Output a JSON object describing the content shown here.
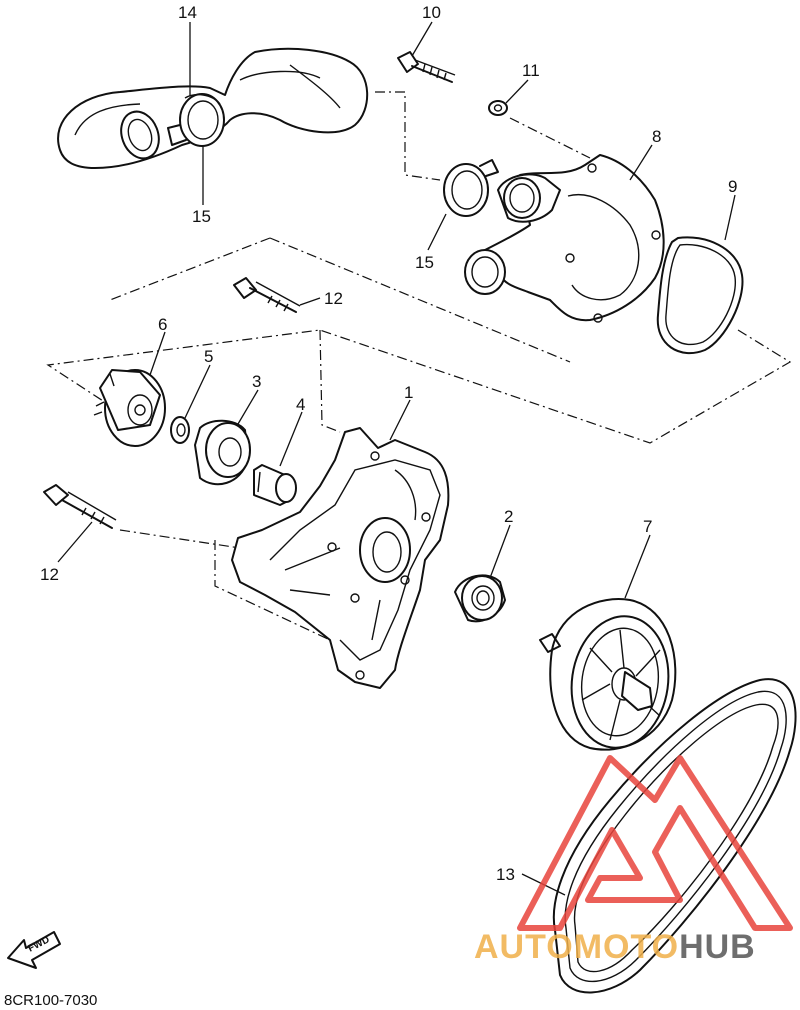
{
  "diagram": {
    "callouts": [
      {
        "id": "14",
        "label": "14"
      },
      {
        "id": "15a",
        "label": "15"
      },
      {
        "id": "10",
        "label": "10"
      },
      {
        "id": "11",
        "label": "11"
      },
      {
        "id": "8",
        "label": "8"
      },
      {
        "id": "9",
        "label": "9"
      },
      {
        "id": "15b",
        "label": "15"
      },
      {
        "id": "12a",
        "label": "12"
      },
      {
        "id": "6",
        "label": "6"
      },
      {
        "id": "5",
        "label": "5"
      },
      {
        "id": "3",
        "label": "3"
      },
      {
        "id": "4",
        "label": "4"
      },
      {
        "id": "1",
        "label": "1"
      },
      {
        "id": "12b",
        "label": "12"
      },
      {
        "id": "2",
        "label": "2"
      },
      {
        "id": "7",
        "label": "7"
      },
      {
        "id": "13",
        "label": "13"
      }
    ],
    "fwd_label": "FWD",
    "diagram_code": "8CR100-7030"
  },
  "watermark": {
    "text_main": "AUTOMOTO",
    "text_suffix": "HUB",
    "colors": {
      "triangle": "#e8443c",
      "text_main": "#f0b04a",
      "text_suffix": "#555555"
    }
  }
}
